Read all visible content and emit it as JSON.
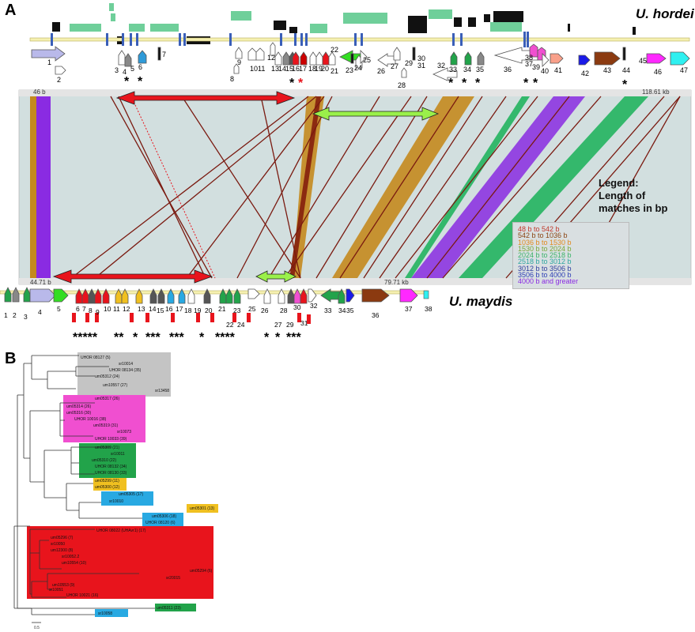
{
  "panelA": {
    "letter": "A",
    "top_species": "U. hordei",
    "bottom_species": "U. maydis",
    "top_track": {
      "start": "46 b",
      "end": "118.61 kb"
    },
    "bottom_track": {
      "start": "44.71 b",
      "end": "79.71 kb"
    },
    "top_gene_numbers": [
      "1",
      "2",
      "3",
      "4",
      "5",
      "6",
      "7",
      "8",
      "9",
      "10",
      "11",
      "12",
      "13",
      "14",
      "15",
      "16",
      "17",
      "18",
      "19",
      "20",
      "21",
      "22",
      "23",
      "24",
      "25",
      "26",
      "27",
      "28",
      "29",
      "30",
      "31",
      "32",
      "33",
      "34",
      "35",
      "36",
      "37",
      "38",
      "39",
      "40",
      "41",
      "42",
      "43",
      "44",
      "45",
      "46",
      "47"
    ],
    "bottom_gene_numbers": [
      "1",
      "2",
      "3",
      "4",
      "5",
      "6",
      "7",
      "8",
      "9",
      "10",
      "11",
      "12",
      "13",
      "14",
      "15",
      "16",
      "17",
      "18",
      "19",
      "20",
      "21",
      "22",
      "23",
      "24",
      "25",
      "26",
      "27",
      "28",
      "29",
      "30",
      "31",
      "32",
      "33",
      "34",
      "35",
      "36",
      "37",
      "38"
    ],
    "legend": {
      "title_lines": [
        "Legend:",
        "Length of",
        "matches in bp"
      ],
      "rows": [
        {
          "text": "48 b    to    542 b",
          "color": "#c0392b"
        },
        {
          "text": "542 b    to    1036 b",
          "color": "#8b4513"
        },
        {
          "text": "1036 b    to    1530 b",
          "color": "#e08a1e"
        },
        {
          "text": "1530 b    to    2024 b",
          "color": "#7aa83a"
        },
        {
          "text": "2024 b    to    2518 b",
          "color": "#3bb36a"
        },
        {
          "text": "2518 b    to    3012 b",
          "color": "#2fa6a0"
        },
        {
          "text": "3012 b    to    3506 b",
          "color": "#2f3f9e"
        },
        {
          "text": "3506 b    to    4000 b",
          "color": "#2d3fb5"
        },
        {
          "text": "4000 b and greater",
          "color": "#8a2be2"
        }
      ]
    }
  },
  "panelB": {
    "letter": "B",
    "scale_label": "0.5",
    "clades": [
      {
        "color": "#c4c4c4",
        "leaves": [
          "UHOR 08127 (5)",
          "sr10014",
          "UHOR 08134 (35)",
          "um05312 (24)",
          "um10557 (27)",
          "sr13458"
        ]
      },
      {
        "color": "#f04fd0",
        "leaves": [
          "um05317 (26)",
          "um05314 (26)",
          "um05316 (30)",
          "UHOR 10016 (38)",
          "um05319 (31)",
          "sr10073",
          "UHOR 10033 (39)"
        ]
      },
      {
        "color": "#22a34a",
        "leaves": [
          "um05309 (21)",
          "sr10011",
          "um05310 (22)",
          "UHOR 08132 (34)",
          "UHOR 08130 (33)"
        ]
      },
      {
        "color": "#f0c020",
        "leaves": [
          "um05299 (11)",
          "um05300 (12)"
        ]
      },
      {
        "color": "#28a9e2",
        "leaves": [
          "um05305 (17)",
          "sr10010"
        ]
      },
      {
        "color": "#f0c020",
        "leaves": [
          "um05301 (13)"
        ]
      },
      {
        "color": "#28a9e2",
        "leaves": [
          "um05306 (18)",
          "UHOR 08120 (6)"
        ]
      },
      {
        "color": "#e8141c",
        "leaves": [
          "UHOR 08022 (UHAvr1) (17)",
          "um05296 (7)",
          "sr10050",
          "um12300 (8)",
          "sr10052.2",
          "um10554 (10)",
          "um05294 (6)",
          "sr20015",
          "um10553 (9)",
          "sr10051",
          "UHOR 10021 (16)"
        ]
      },
      {
        "color": "#22a34a",
        "leaves": [
          "um05311 (23)"
        ]
      },
      {
        "color": "#28a9e2",
        "leaves": [
          "sr10058"
        ]
      }
    ]
  }
}
